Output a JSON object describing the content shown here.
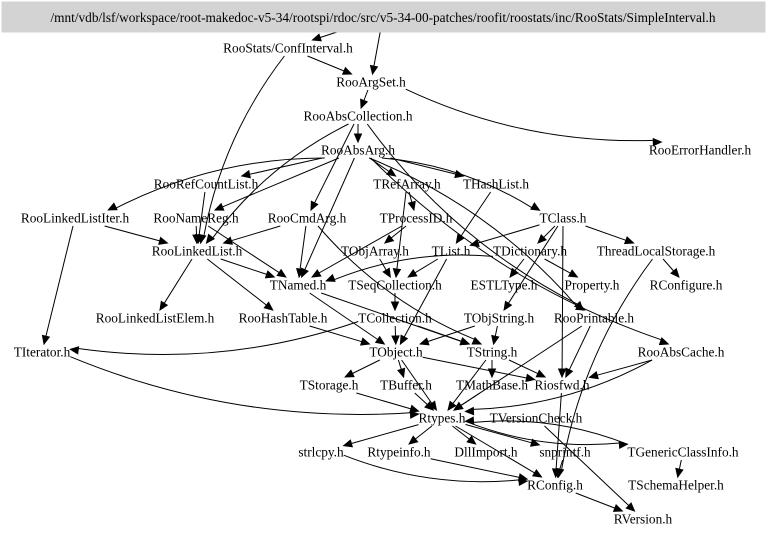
{
  "diagram": {
    "type": "include-dependency-graph",
    "root": {
      "id": "root",
      "label": "/mnt/vdb/lsf/workspace/root-makedoc-v5-34/rootspi/rdoc/src/v5-34-00-patches/roofit/roostats/inc/RooStats/SimpleInterval.h"
    },
    "colors": {
      "root_fill": "#d3d3d3",
      "edge": "#000000",
      "background": "#ffffff",
      "text": "#000000"
    },
    "nodes": [
      {
        "id": "ConfInterval",
        "label": "RooStats/ConfInterval.h"
      },
      {
        "id": "RooArgSet",
        "label": "RooArgSet.h"
      },
      {
        "id": "RooAbsCollection",
        "label": "RooAbsCollection.h"
      },
      {
        "id": "RooErrorHandler",
        "label": "RooErrorHandler.h"
      },
      {
        "id": "RooAbsArg",
        "label": "RooAbsArg.h"
      },
      {
        "id": "RooRefCountList",
        "label": "RooRefCountList.h"
      },
      {
        "id": "TRefArray",
        "label": "TRefArray.h"
      },
      {
        "id": "THashList",
        "label": "THashList.h"
      },
      {
        "id": "RooLinkedListIter",
        "label": "RooLinkedListIter.h"
      },
      {
        "id": "RooNameReg",
        "label": "RooNameReg.h"
      },
      {
        "id": "RooCmdArg",
        "label": "RooCmdArg.h"
      },
      {
        "id": "TProcessID",
        "label": "TProcessID.h"
      },
      {
        "id": "TClass",
        "label": "TClass.h"
      },
      {
        "id": "RooLinkedList",
        "label": "RooLinkedList.h"
      },
      {
        "id": "TObjArray",
        "label": "TObjArray.h"
      },
      {
        "id": "TList",
        "label": "TList.h"
      },
      {
        "id": "TDictionary",
        "label": "TDictionary.h"
      },
      {
        "id": "ThreadLocalStorage",
        "label": "ThreadLocalStorage.h"
      },
      {
        "id": "TNamed",
        "label": "TNamed.h"
      },
      {
        "id": "TSeqCollection",
        "label": "TSeqCollection.h"
      },
      {
        "id": "ESTLType",
        "label": "ESTLType.h"
      },
      {
        "id": "Property",
        "label": "Property.h"
      },
      {
        "id": "RConfigure",
        "label": "RConfigure.h"
      },
      {
        "id": "RooLinkedListElem",
        "label": "RooLinkedListElem.h"
      },
      {
        "id": "RooHashTable",
        "label": "RooHashTable.h"
      },
      {
        "id": "TCollection",
        "label": "TCollection.h"
      },
      {
        "id": "TObjString",
        "label": "TObjString.h"
      },
      {
        "id": "RooPrintable",
        "label": "RooPrintable.h"
      },
      {
        "id": "TIterator",
        "label": "TIterator.h"
      },
      {
        "id": "TObject",
        "label": "TObject.h"
      },
      {
        "id": "TString",
        "label": "TString.h"
      },
      {
        "id": "RooAbsCache",
        "label": "RooAbsCache.h"
      },
      {
        "id": "TStorage",
        "label": "TStorage.h"
      },
      {
        "id": "TBuffer",
        "label": "TBuffer.h"
      },
      {
        "id": "TMathBase",
        "label": "TMathBase.h"
      },
      {
        "id": "Riosfwd",
        "label": "Riosfwd.h"
      },
      {
        "id": "Rtypes",
        "label": "Rtypes.h"
      },
      {
        "id": "TVersionCheck",
        "label": "TVersionCheck.h"
      },
      {
        "id": "strlcpy",
        "label": "strlcpy.h"
      },
      {
        "id": "Rtypeinfo",
        "label": "Rtypeinfo.h"
      },
      {
        "id": "DllImport",
        "label": "DllImport.h"
      },
      {
        "id": "snprintf",
        "label": "snprintf.h"
      },
      {
        "id": "TGenericClassInfo",
        "label": "TGenericClassInfo.h"
      },
      {
        "id": "RConfig",
        "label": "RConfig.h"
      },
      {
        "id": "TSchemaHelper",
        "label": "TSchemaHelper.h"
      },
      {
        "id": "RVersion",
        "label": "RVersion.h"
      }
    ],
    "edges": [
      [
        "root",
        "ConfInterval"
      ],
      [
        "root",
        "RooArgSet"
      ],
      [
        "ConfInterval",
        "RooArgSet"
      ],
      [
        "ConfInterval",
        "RooLinkedList"
      ],
      [
        "RooArgSet",
        "RooAbsCollection"
      ],
      [
        "RooArgSet",
        "RooErrorHandler"
      ],
      [
        "RooAbsCollection",
        "RooAbsArg"
      ],
      [
        "RooAbsCollection",
        "RooLinkedList"
      ],
      [
        "RooAbsCollection",
        "RooCmdArg"
      ],
      [
        "RooAbsCollection",
        "RooPrintable"
      ],
      [
        "RooAbsArg",
        "RooRefCountList"
      ],
      [
        "RooAbsArg",
        "TRefArray"
      ],
      [
        "RooAbsArg",
        "THashList"
      ],
      [
        "RooAbsArg",
        "RooLinkedListIter"
      ],
      [
        "RooAbsArg",
        "RooNameReg"
      ],
      [
        "RooAbsArg",
        "TNamed"
      ],
      [
        "RooAbsArg",
        "TClass"
      ],
      [
        "RooAbsArg",
        "RooAbsCache"
      ],
      [
        "RooAbsArg",
        "RooPrintable"
      ],
      [
        "RooRefCountList",
        "RooLinkedList"
      ],
      [
        "TRefArray",
        "TProcessID"
      ],
      [
        "TRefArray",
        "TSeqCollection"
      ],
      [
        "THashList",
        "TList"
      ],
      [
        "RooLinkedListIter",
        "RooLinkedList"
      ],
      [
        "RooLinkedListIter",
        "TIterator"
      ],
      [
        "RooNameReg",
        "RooLinkedList"
      ],
      [
        "RooNameReg",
        "TNamed"
      ],
      [
        "RooCmdArg",
        "RooLinkedList"
      ],
      [
        "RooCmdArg",
        "TNamed"
      ],
      [
        "RooCmdArg",
        "TString"
      ],
      [
        "TProcessID",
        "TObjArray"
      ],
      [
        "TProcessID",
        "TNamed"
      ],
      [
        "TClass",
        "TList"
      ],
      [
        "TClass",
        "TDictionary"
      ],
      [
        "TClass",
        "ThreadLocalStorage"
      ],
      [
        "TClass",
        "TObjString"
      ],
      [
        "TClass",
        "Riosfwd"
      ],
      [
        "RooLinkedList",
        "TNamed"
      ],
      [
        "RooLinkedList",
        "RooLinkedListElem"
      ],
      [
        "RooLinkedList",
        "RooHashTable"
      ],
      [
        "TObjArray",
        "TSeqCollection"
      ],
      [
        "TList",
        "TSeqCollection"
      ],
      [
        "TList",
        "TObject"
      ],
      [
        "TDictionary",
        "ESTLType"
      ],
      [
        "TDictionary",
        "Property"
      ],
      [
        "TDictionary",
        "TNamed"
      ],
      [
        "ThreadLocalStorage",
        "RConfigure"
      ],
      [
        "ThreadLocalStorage",
        "RConfig"
      ],
      [
        "TNamed",
        "TObject"
      ],
      [
        "TNamed",
        "TString"
      ],
      [
        "TSeqCollection",
        "TCollection"
      ],
      [
        "RooHashTable",
        "TObject"
      ],
      [
        "TCollection",
        "TObject"
      ],
      [
        "TCollection",
        "TString"
      ],
      [
        "TCollection",
        "TIterator"
      ],
      [
        "TObjString",
        "TString"
      ],
      [
        "TObjString",
        "TObject"
      ],
      [
        "RooPrintable",
        "Riosfwd"
      ],
      [
        "RooPrintable",
        "Rtypes"
      ],
      [
        "TIterator",
        "Rtypes"
      ],
      [
        "TObject",
        "TStorage"
      ],
      [
        "TObject",
        "TBuffer"
      ],
      [
        "TObject",
        "Riosfwd"
      ],
      [
        "TObject",
        "Rtypes"
      ],
      [
        "TString",
        "TMathBase"
      ],
      [
        "TString",
        "Riosfwd"
      ],
      [
        "TString",
        "Rtypes"
      ],
      [
        "RooAbsCache",
        "Riosfwd"
      ],
      [
        "RooAbsCache",
        "Rtypes"
      ],
      [
        "TStorage",
        "Rtypes"
      ],
      [
        "TBuffer",
        "Rtypes"
      ],
      [
        "TMathBase",
        "Rtypes"
      ],
      [
        "Riosfwd",
        "RConfig"
      ],
      [
        "Rtypes",
        "strlcpy"
      ],
      [
        "Rtypes",
        "Rtypeinfo"
      ],
      [
        "Rtypes",
        "DllImport"
      ],
      [
        "Rtypes",
        "snprintf"
      ],
      [
        "Rtypes",
        "TGenericClassInfo"
      ],
      [
        "Rtypes",
        "RConfig"
      ],
      [
        "Rtypeinfo",
        "RConfig"
      ],
      [
        "snprintf",
        "RConfig"
      ],
      [
        "strlcpy",
        "RConfig"
      ],
      [
        "TGenericClassInfo",
        "TSchemaHelper"
      ],
      [
        "TGenericClassInfo",
        "Rtypes"
      ],
      [
        "TVersionCheck",
        "RVersion"
      ],
      [
        "RConfig",
        "RVersion"
      ]
    ]
  }
}
